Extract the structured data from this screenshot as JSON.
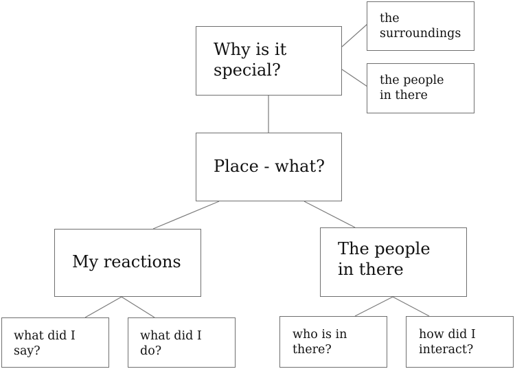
{
  "diagram": {
    "root": {
      "label": "Place - what?"
    },
    "why": {
      "label": "Why is it\nspecial?"
    },
    "why_children": [
      {
        "label": "the\nsurroundings"
      },
      {
        "label": "the people\nin there"
      }
    ],
    "reactions": {
      "label": "My reactions"
    },
    "reactions_children": [
      {
        "label": "what did I\nsay?"
      },
      {
        "label": "what did I\ndo?"
      }
    ],
    "people": {
      "label": "The people\nin there"
    },
    "people_children": [
      {
        "label": "who is in\nthere?"
      },
      {
        "label": "how did I\ninteract?"
      }
    ],
    "line_color": "#7a7a7a",
    "border_color": "#6e6e6e"
  }
}
